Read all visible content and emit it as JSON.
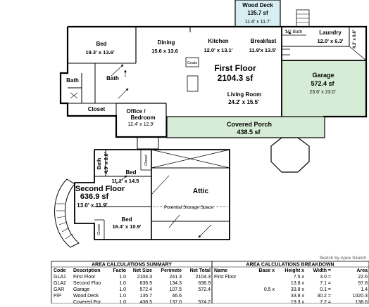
{
  "floor1": {
    "wood_deck": {
      "name": "Wood Deck",
      "area": "135.7 sf",
      "dims": "11.6' x 11.7'"
    },
    "bed": {
      "name": "Bed",
      "dims": "19.3' x 13.6'"
    },
    "dining": {
      "name": "Dining",
      "dims": "15.6 x 13.6"
    },
    "kitchen": {
      "name": "Kitchen",
      "dims": "12.0' x 13.1'"
    },
    "breakfast": {
      "name": "Breakfast",
      "dims": "11.9'x 13.5'"
    },
    "half_bath": "1/2 Bath",
    "laundry": {
      "name": "Laundry",
      "dims": "12.0' x 6.3'"
    },
    "laundry_side_dim": "4.3' x 6.8'",
    "coats": "Coats",
    "bath_inner": "Bath",
    "bath_left": "Bath",
    "closet": "Closet",
    "first_floor": {
      "name": "First Floor",
      "area": "2104.3 sf"
    },
    "living_room": {
      "name": "Living Room",
      "dims": "24.2' x 15.5'"
    },
    "garage": {
      "name": "Garage",
      "area": "572.4 sf",
      "dims": "23.6' x 23.0'"
    },
    "office": {
      "name_line1": "Office /",
      "name_line2": "Bedroom",
      "dims": "12.4' x 12.9'"
    },
    "covered_porch": {
      "name": "Covered Porch",
      "area": "438.5 sf"
    }
  },
  "floor2": {
    "bath": {
      "name": "Bath",
      "dims": "4.9' x 8.8'"
    },
    "closet_top": "Closet",
    "bed_top": {
      "name": "Bed",
      "dims": "11.1' x 14.5"
    },
    "second_floor": {
      "name": "Second Floor",
      "area": "636.9 sf"
    },
    "side_dim": "13.0' x 11.9'",
    "attic": "Attic",
    "storage": "Potential Storage Space",
    "bed_bottom": {
      "name": "Bed",
      "dims": "16.4' x 10.9'"
    },
    "closet_bottom": "Closet"
  },
  "credit": "Sketch by Apex Sketch",
  "summary": {
    "title": "AREA CALCULATIONS SUMMARY",
    "headers": [
      "Code",
      "Description",
      "Facto",
      "Net Size",
      "Perimete",
      "Net Total"
    ],
    "rows": [
      [
        "GLA1",
        "First Floor",
        "1.0",
        "2104.3",
        "241.3",
        "2104.3"
      ],
      [
        "GLA2",
        "Second Floo",
        "1.0",
        "636.9",
        "134.3",
        "636.9"
      ],
      [
        "GAR",
        "Garage",
        "1.0",
        "572.4",
        "107.5",
        "572.4"
      ],
      [
        "P/P",
        "Wood Deck",
        "1.0",
        "135.7",
        "46.6",
        ""
      ],
      [
        "",
        "Covered Por",
        "1.0",
        "438.5",
        "137.0",
        "574.2"
      ]
    ]
  },
  "breakdown": {
    "title": "AREA CALCULATIONS BREAKDOWN",
    "headers": [
      "Name",
      "Base x",
      "Height x",
      "Width =",
      "Area"
    ],
    "rows": [
      [
        "First Floor",
        "",
        "7.5 x",
        "3.0 =",
        "22.6"
      ],
      [
        "",
        "",
        "13.8 x",
        "7.1 =",
        "97.8"
      ],
      [
        "",
        "0.5 x",
        "33.8 x",
        "0.1 =",
        "1.4"
      ],
      [
        "",
        "",
        "33.8 x",
        "30.2 =",
        "1020.3"
      ],
      [
        "",
        "",
        "19.3 x",
        "7.2 =",
        "138.6"
      ]
    ]
  }
}
